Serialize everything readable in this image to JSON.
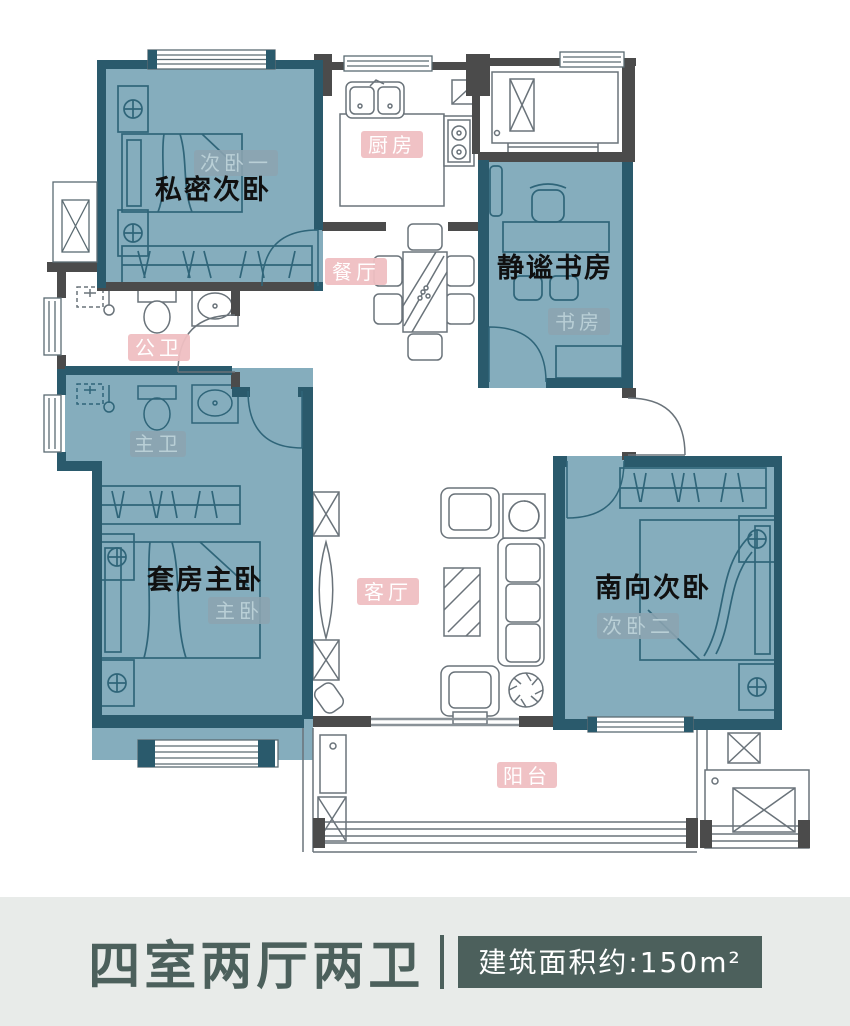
{
  "rooms": {
    "bedroom1": {
      "name": "私密次卧",
      "tag": "次卧一"
    },
    "study": {
      "name": "静谧书房",
      "tag": "书房"
    },
    "master": {
      "name": "套房主卧",
      "tag": "主卧"
    },
    "bedroom2": {
      "name": "南向次卧",
      "tag": "次卧二"
    },
    "kitchen": {
      "tag": "厨房"
    },
    "dining": {
      "tag": "餐厅"
    },
    "public_bath": {
      "tag": "公卫"
    },
    "master_bath": {
      "tag": "主卫"
    },
    "living": {
      "tag": "客厅"
    },
    "balcony": {
      "tag": "阳台"
    }
  },
  "footer": {
    "layout_title": "四室两厅两卫",
    "area_text": "建筑面积约:150m²"
  },
  "colors": {
    "room_overlay": "#7ca7b8",
    "wall_dark_teal": "#2a5a6c",
    "wall_gray": "#4b4b4b",
    "label_pink_bg": "#efbfc2",
    "label_pink_text": "#ffffff",
    "label_faded_bg": "#8ca4b0",
    "label_faded_text": "#b9cfd6",
    "room_name_text": "#101010",
    "footer_band": "#e8ebe9",
    "footer_accent": "#4c605c"
  }
}
